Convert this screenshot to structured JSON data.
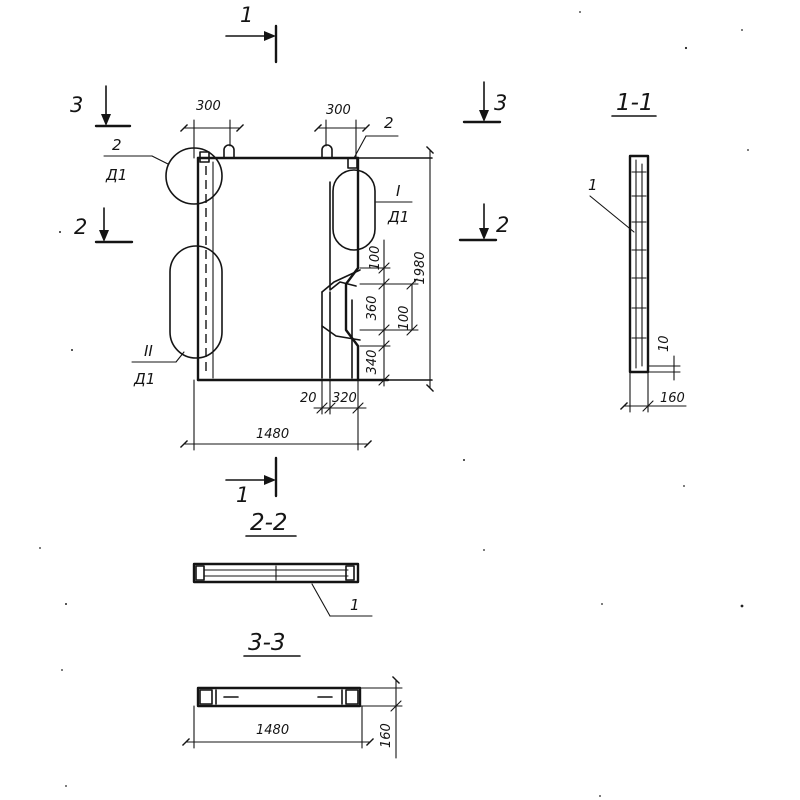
{
  "section_marks": {
    "cut1": "1",
    "cut2": "2",
    "cut3": "3"
  },
  "section_titles": {
    "s11": "1-1",
    "s22": "2-2",
    "s33": "3-3"
  },
  "callouts": {
    "node_top_left": {
      "num": "2",
      "sheet": "Д1"
    },
    "node_top_right": {
      "num": "2"
    },
    "node_i": {
      "num": "I",
      "sheet": "Д1"
    },
    "node_ii": {
      "num": "II",
      "sheet": "Д1"
    },
    "position_1": "1"
  },
  "dimensions": {
    "loop_spacing_left": "300",
    "loop_spacing_right": "300",
    "height_total": "1980",
    "notch_top": "100",
    "notch_height": "360",
    "notch_side": "100",
    "notch_bottom": "340",
    "edge_offset": "20",
    "notch_width": "320",
    "width_total": "1480",
    "cover": "10",
    "thickness": "160",
    "width_section": "1480",
    "thickness_section": "160"
  }
}
